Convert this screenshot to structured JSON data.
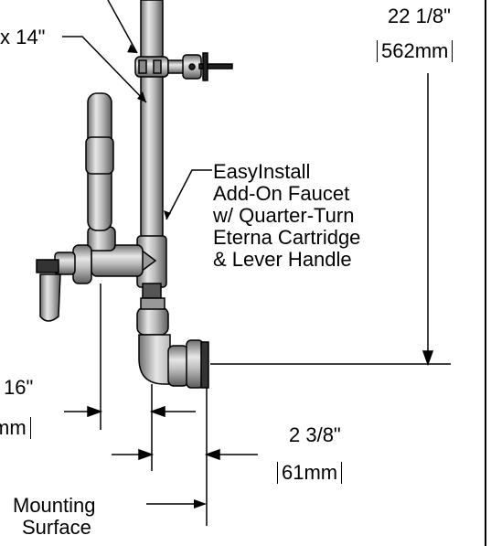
{
  "dimensions": {
    "top_partial": "x 14\"",
    "height_imperial": "22 1/8\"",
    "height_metric": "562mm",
    "left_partial_imperial": "16\"",
    "left_partial_metric": "mm",
    "offset_imperial": "2 3/8\"",
    "offset_metric": "61mm"
  },
  "callouts": {
    "faucet_lines": [
      "EasyInstall",
      "Add-On Faucet",
      "w/ Quarter-Turn",
      "Eterna Cartridge",
      "& Lever Handle"
    ],
    "mounting_lines": [
      "Mounting",
      "Surface"
    ]
  }
}
